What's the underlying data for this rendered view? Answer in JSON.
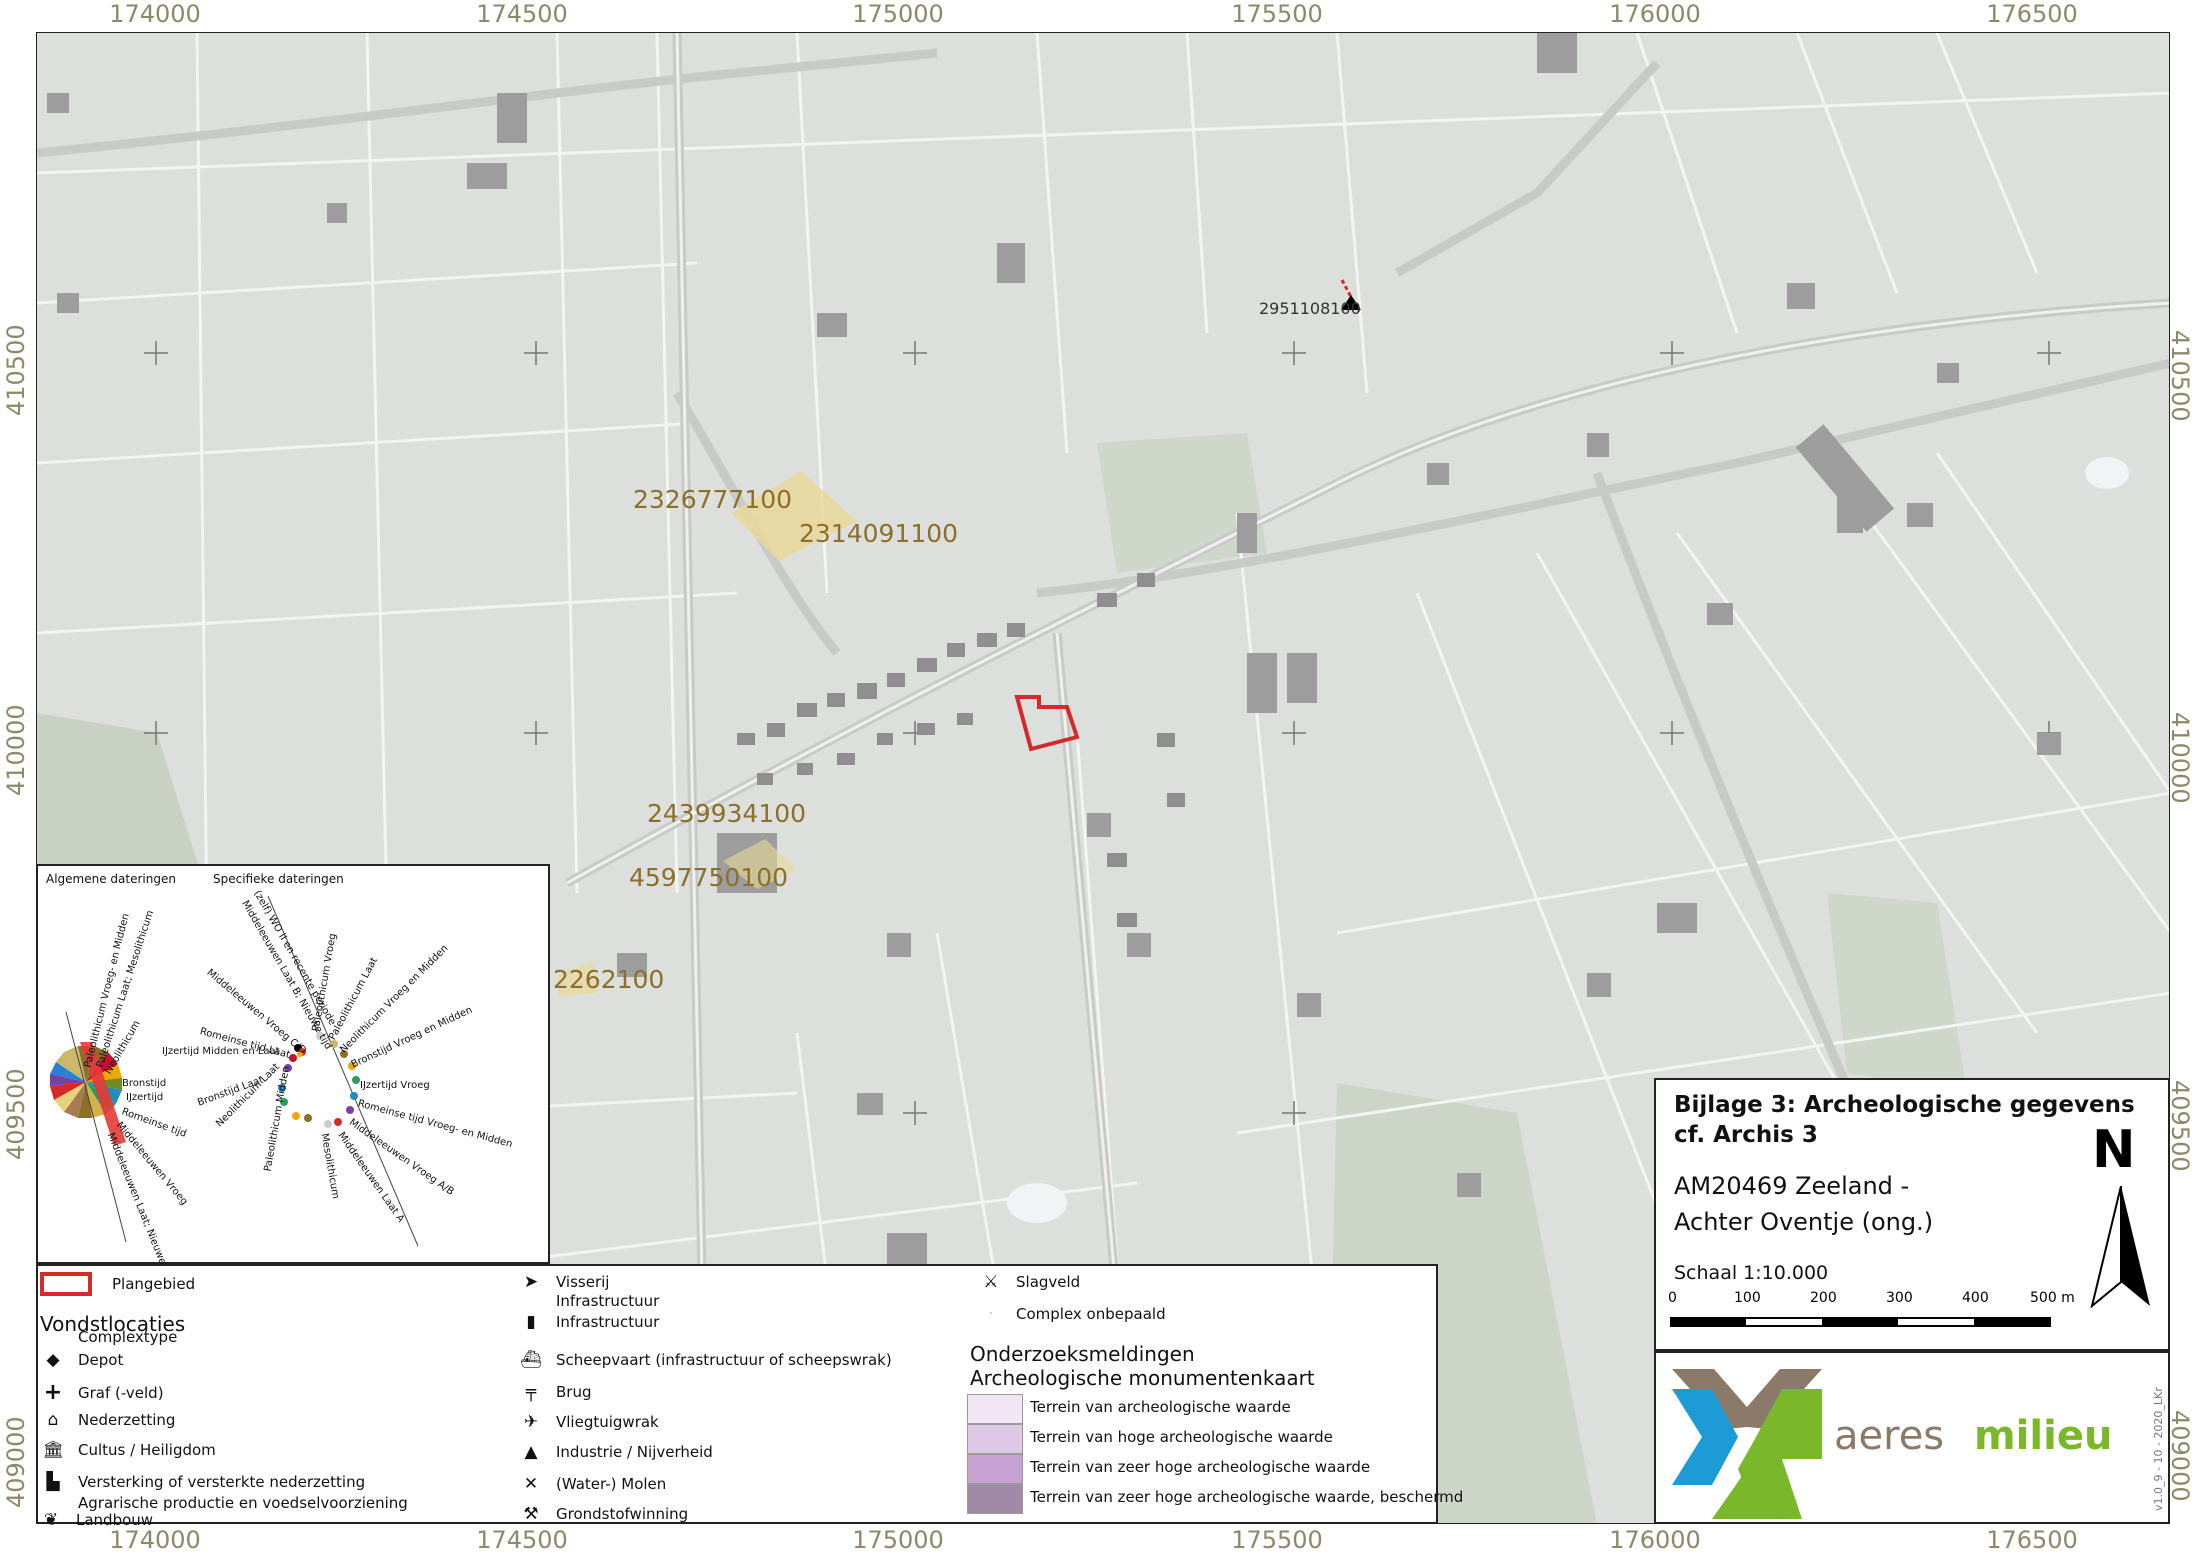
{
  "map": {
    "x_ticks": [
      "174000",
      "174500",
      "175000",
      "175500",
      "176000",
      "176500"
    ],
    "y_ticks": [
      "410500",
      "410000",
      "409500",
      "409000"
    ],
    "object_labels": [
      "2951108100",
      "2326777100",
      "2314091100",
      "2439934100",
      "4597750100",
      "2262100"
    ],
    "colors": {
      "background": "#dcdedc",
      "plangebied": "#d62a2a",
      "yellow_zone": "#e8d89a",
      "building": "#9a9a9a"
    }
  },
  "dating": {
    "general_title": "Algemene dateringen",
    "specific_title": "Specifieke dateringen",
    "general_labels": [
      "Paleolithicum Vroeg- en Midden",
      "Paleolithicum Laat; Mesolithicum",
      "Neolithicum",
      "Bronstijd",
      "IJzertijd",
      "Romeinse tijd",
      "Middeleeuwen Vroeg",
      "Middeleeuwen Laat; Nieuwe tijd"
    ],
    "specific_labels_left": [
      "(zelf) WO II en recente periode",
      "Middeleeuwen Laat B; Nieuwe tijd",
      "Middeleeuwen Vroeg C/D",
      "Romeinse tijd Laat",
      "IJzertijd Midden en Laat",
      "Bronstijd Laat",
      "Neolithicum Laat",
      "Paleolithicum Midden"
    ],
    "specific_labels_right": [
      "Paleolithicum Vroeg",
      "Paleolithicum Laat",
      "Neolithicum Vroeg en Midden",
      "Bronstijd Vroeg en Midden",
      "IJzertijd Vroeg",
      "Romeinse tijd Vroeg- en Midden",
      "Middeleeuwen Vroeg A/B",
      "Middeleeuwen Laat A",
      "Mesolithicum"
    ]
  },
  "legend": {
    "plangebied": "Plangebied",
    "vondst_title": "Vondstlocaties",
    "complextype": "Complextype",
    "col1": [
      "Depot",
      "Graf (-veld)",
      "Nederzetting",
      "Cultus / Heiligdom",
      "Versterking of versterkte nederzetting",
      "Agrarische productie en voedselvoorziening",
      "Landbouw"
    ],
    "col2": [
      "Visserij",
      "Infrastructuur",
      "Infrastructuur",
      "Scheepvaart (infrastructuur of scheepswrak)",
      "Brug",
      "Vliegtuigwrak",
      "Industrie / Nijverheid",
      "(Water-) Molen",
      "Grondstofwinning"
    ],
    "col3_top": [
      "Slagveld",
      "Complex onbepaald"
    ],
    "onderzoek_title": "Onderzoeksmeldingen",
    "amk_title": "Archeologische monumentenkaart",
    "amk_items": [
      {
        "label": "Terrein van archeologische waarde",
        "color": "#f1e6f3"
      },
      {
        "label": "Terrein van hoge archeologische waarde",
        "color": "#e0c9e6"
      },
      {
        "label": "Terrein van zeer hoge archeologische waarde",
        "color": "#c7a2d2"
      },
      {
        "label": "Terrein van zeer hoge archeologische waarde, beschermd",
        "color": "#a08aa8"
      }
    ]
  },
  "title_block": {
    "title_line1": "Bijlage 3: Archeologische gegevens",
    "title_line2": "cf. Archis 3",
    "project_line1": "AM20469 Zeeland -",
    "project_line2": "Achter Oventje (ong.)",
    "north": "N",
    "scale_label": "Schaal 1:10.000",
    "scale_ticks": [
      "0",
      "100",
      "200",
      "300",
      "400",
      "500 m"
    ]
  },
  "logo": {
    "word1": "aeres",
    "word2": "milieu",
    "version": "v1.0_9 - 10 - 2020_LKr",
    "colors": {
      "blue": "#1c9bd7",
      "brown": "#8b7a6a",
      "green": "#7ab72a"
    }
  }
}
